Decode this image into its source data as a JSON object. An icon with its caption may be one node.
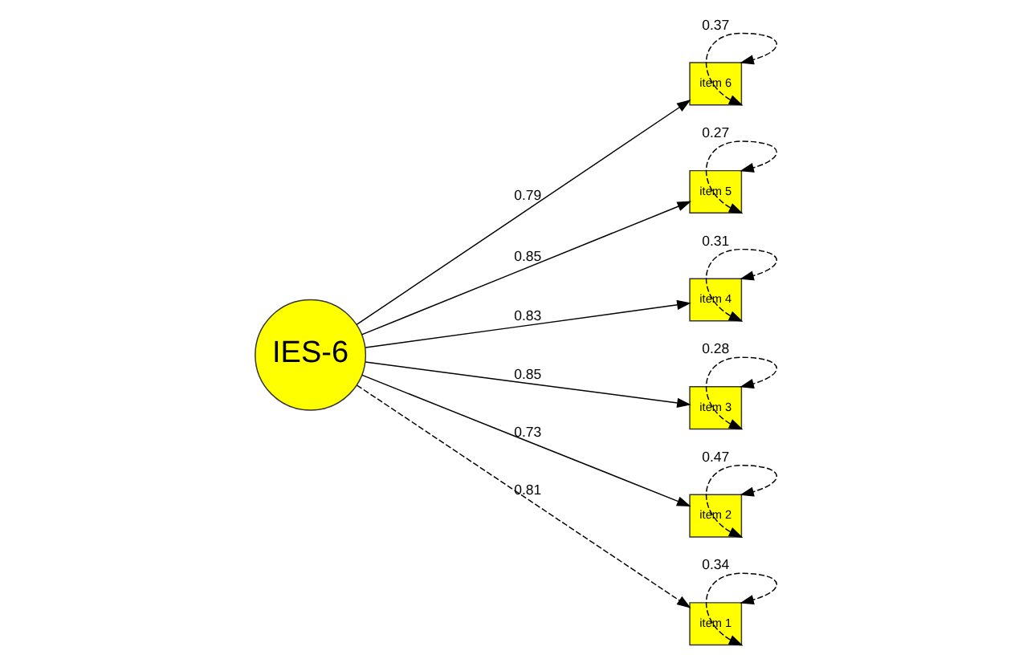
{
  "diagram": {
    "nodes": [
      {
        "text": [
          "IES-6"
        ]
      },
      {
        "text": [
          "item 6"
        ]
      },
      {
        "text": [
          "item 5"
        ]
      },
      {
        "text": [
          "item 4"
        ]
      },
      {
        "text": [
          "item 3"
        ]
      },
      {
        "text": [
          "item 2"
        ]
      },
      {
        "text": [
          "item 1"
        ]
      }
    ],
    "edges": [
      {
        "from": 0,
        "to": 1,
        "arrow": "to",
        "label": "0.79"
      },
      {
        "from": 0,
        "to": 2,
        "arrow": "to",
        "label": "0.85"
      },
      {
        "from": 0,
        "to": 3,
        "arrow": "to",
        "label": "0.83"
      },
      {
        "from": 0,
        "to": 4,
        "arrow": "to",
        "label": "0.85"
      },
      {
        "from": 0,
        "to": 5,
        "arrow": "to",
        "label": "0.73"
      },
      {
        "from": 0,
        "to": 6,
        "arrow": "to",
        "label": "0.81",
        "style": "dashed"
      },
      {
        "from": 1,
        "to": 1,
        "arrow": "both",
        "label": "0.37",
        "style": "dashed"
      },
      {
        "from": 2,
        "to": 2,
        "arrow": "both",
        "label": "0.27",
        "style": "dashed"
      },
      {
        "from": 3,
        "to": 3,
        "arrow": "both",
        "label": "0.31",
        "style": "dashed"
      },
      {
        "from": 4,
        "to": 4,
        "arrow": "both",
        "label": "0.28",
        "style": "dashed"
      },
      {
        "from": 5,
        "to": 5,
        "arrow": "both",
        "label": "0.47",
        "style": "dashed"
      },
      {
        "from": 6,
        "to": 6,
        "arrow": "both",
        "label": "0.34",
        "style": "dashed"
      }
    ]
  }
}
